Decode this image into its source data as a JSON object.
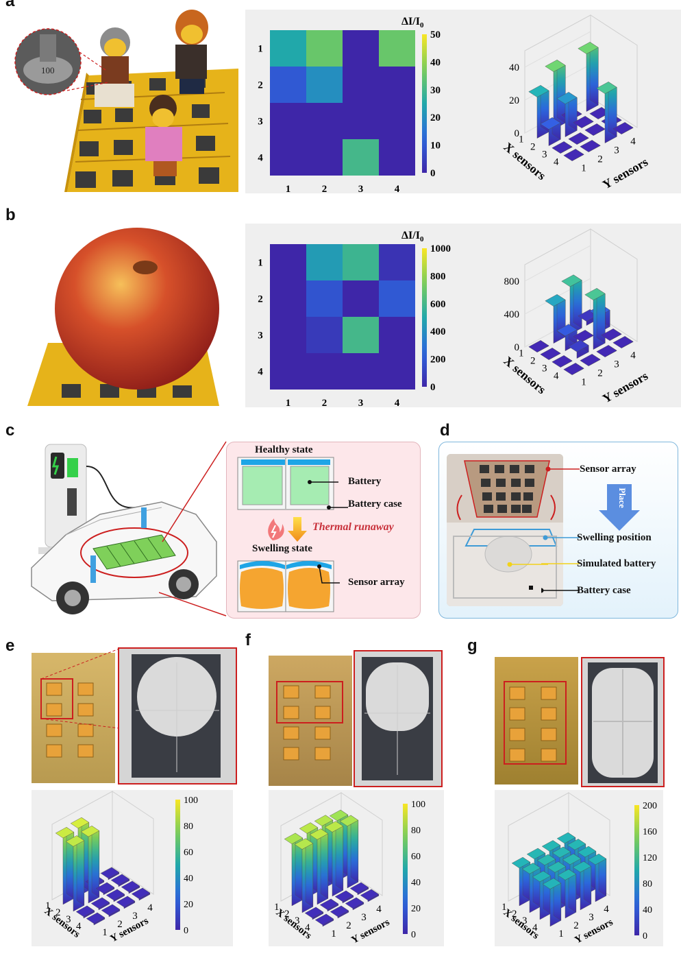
{
  "panels": {
    "a": "a",
    "b": "b",
    "c": "c",
    "d": "d",
    "e": "e",
    "f": "f",
    "g": "g"
  },
  "heatmap_title": "ΔI/I",
  "heatmap_title_sub": "0",
  "photo_a": {
    "weight_label": "100"
  },
  "axis_labels": {
    "x_sensors": "X sensors",
    "y_sensors": "Y sensors"
  },
  "panel_c": {
    "healthy_state": "Healthy state",
    "battery": "Battery",
    "battery_case": "Battery case",
    "thermal_runaway": "Thermal runaway",
    "swelling_state": "Swelling state",
    "sensor_array": "Sensor array"
  },
  "panel_d": {
    "sensor_array": "Sensor array",
    "place": "Place",
    "swelling_position": "Swelling position",
    "simulated_battery": "Simulated battery",
    "battery_case": "Battery case"
  },
  "colors": {
    "viridis_low": "#3b1f9c",
    "viridis_mid": "#21a98b",
    "viridis_high": "#f5e628",
    "red_callout": "#cc1e1e",
    "blue_callout": "#3f9bd6",
    "yellow_callout": "#f2d21a"
  },
  "chart_data": [
    {
      "id": "a-heatmap",
      "type": "heatmap",
      "x_ticks": [
        "1",
        "2",
        "3",
        "4"
      ],
      "y_ticks": [
        "1",
        "2",
        "3",
        "4"
      ],
      "values": [
        [
          25,
          35,
          0,
          35
        ],
        [
          10,
          20,
          0,
          0
        ],
        [
          0,
          0,
          0,
          0
        ],
        [
          0,
          0,
          30,
          0
        ]
      ],
      "colorbar": {
        "min": 0,
        "max": 50,
        "ticks": [
          "0",
          "10",
          "20",
          "30",
          "40",
          "50"
        ]
      }
    },
    {
      "id": "a-bar3d",
      "type": "bar",
      "z_ticks": [
        "0",
        "20",
        "40"
      ],
      "zlim": [
        0,
        50
      ],
      "x_ticks": [
        "1",
        "2",
        "3",
        "4"
      ],
      "y_ticks": [
        "1",
        "2",
        "3",
        "4"
      ],
      "values": [
        [
          25,
          35,
          0,
          35
        ],
        [
          10,
          20,
          0,
          0
        ],
        [
          0,
          0,
          0,
          0
        ],
        [
          0,
          0,
          30,
          0
        ]
      ]
    },
    {
      "id": "b-heatmap",
      "type": "heatmap",
      "x_ticks": [
        "1",
        "2",
        "3",
        "4"
      ],
      "y_ticks": [
        "1",
        "2",
        "3",
        "4"
      ],
      "values": [
        [
          0,
          450,
          580,
          50
        ],
        [
          0,
          180,
          0,
          200
        ],
        [
          0,
          80,
          600,
          0
        ],
        [
          0,
          0,
          0,
          0
        ]
      ],
      "colorbar": {
        "min": 0,
        "max": 1000,
        "ticks": [
          "0",
          "200",
          "400",
          "600",
          "800",
          "1000"
        ]
      }
    },
    {
      "id": "b-bar3d",
      "type": "bar",
      "z_ticks": [
        "0",
        "400",
        "800"
      ],
      "zlim": [
        0,
        1000
      ],
      "x_ticks": [
        "1",
        "2",
        "3",
        "4"
      ],
      "y_ticks": [
        "1",
        "2",
        "3",
        "4"
      ],
      "values": [
        [
          0,
          450,
          580,
          50
        ],
        [
          0,
          180,
          0,
          200
        ],
        [
          0,
          80,
          600,
          0
        ],
        [
          0,
          0,
          0,
          0
        ]
      ]
    },
    {
      "id": "e-bar3d",
      "type": "bar",
      "colorbar": {
        "min": 0,
        "max": 100,
        "ticks": [
          "0",
          "20",
          "40",
          "60",
          "80",
          "100"
        ]
      },
      "zlim": [
        0,
        100
      ],
      "x_ticks": [
        "1",
        "2",
        "3",
        "4"
      ],
      "y_ticks": [
        "1",
        "2",
        "3",
        "4"
      ],
      "values": [
        [
          88,
          90,
          2,
          2
        ],
        [
          86,
          88,
          2,
          2
        ],
        [
          2,
          2,
          2,
          2
        ],
        [
          2,
          2,
          2,
          2
        ]
      ]
    },
    {
      "id": "f-bar3d",
      "type": "bar",
      "colorbar": {
        "min": 0,
        "max": 100,
        "ticks": [
          "0",
          "20",
          "40",
          "60",
          "80",
          "100"
        ]
      },
      "zlim": [
        0,
        100
      ],
      "x_ticks": [
        "1",
        "2",
        "3",
        "4"
      ],
      "y_ticks": [
        "1",
        "2",
        "3",
        "4"
      ],
      "values": [
        [
          82,
          85,
          84,
          80
        ],
        [
          84,
          86,
          85,
          82
        ],
        [
          2,
          2,
          2,
          2
        ],
        [
          2,
          2,
          2,
          2
        ]
      ]
    },
    {
      "id": "g-bar3d",
      "type": "bar",
      "colorbar": {
        "min": 0,
        "max": 200,
        "ticks": [
          "0",
          "40",
          "80",
          "120",
          "160",
          "200"
        ]
      },
      "zlim": [
        0,
        200
      ],
      "x_ticks": [
        "1",
        "2",
        "3",
        "4"
      ],
      "y_ticks": [
        "1",
        "2",
        "3",
        "4"
      ],
      "values": [
        [
          100,
          102,
          101,
          100
        ],
        [
          103,
          104,
          102,
          101
        ],
        [
          100,
          103,
          102,
          100
        ],
        [
          99,
          101,
          100,
          98
        ]
      ]
    }
  ]
}
